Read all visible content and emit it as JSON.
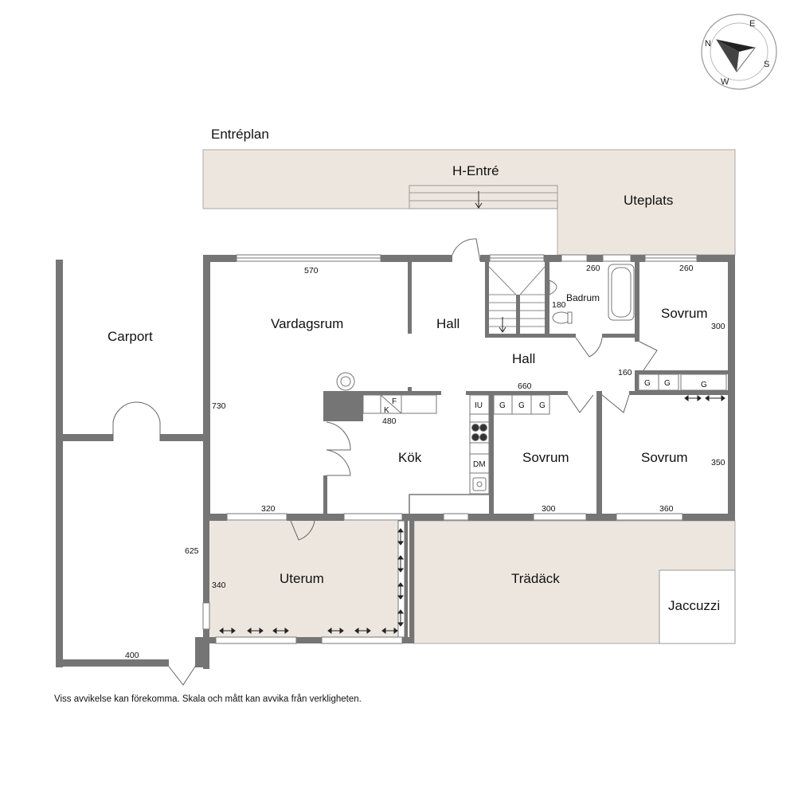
{
  "plan_title": "Entréplan",
  "rooms": {
    "h_entre": "H-Entré",
    "uteplats": "Uteplats",
    "carport": "Carport",
    "vardagsrum": "Vardagsrum",
    "hall_upper": "Hall",
    "hall_lower": "Hall",
    "badrum": "Badrum",
    "sovrum_top": "Sovrum",
    "kok": "Kök",
    "sovrum_mid": "Sovrum",
    "sovrum_right": "Sovrum",
    "uterum": "Uterum",
    "tradack": "Trädäck",
    "jaccuzzi": "Jaccuzzi"
  },
  "dimensions": {
    "d570": "570",
    "d260a": "260",
    "d260b": "260",
    "d180": "180",
    "d300a": "300",
    "d160": "160",
    "d660": "660",
    "d730": "730",
    "d480": "480",
    "d350": "350",
    "d320": "320",
    "d300b": "300",
    "d360": "360",
    "d625": "625",
    "d340": "340",
    "d400": "400"
  },
  "fixtures": {
    "f": "F",
    "k": "K",
    "iu": "IU",
    "dm": "DM",
    "g1": "G",
    "g2": "G",
    "g3": "G",
    "g4": "G",
    "g5": "G",
    "g6": "G"
  },
  "compass": {
    "n": "N",
    "e": "E",
    "s": "S",
    "w": "W"
  },
  "disclaimer": "Viss avvikelse kan förekomma. Skala och mått kan avvika från verkligheten.",
  "colors": {
    "wall": "#757575",
    "outdoor": "#ede6df",
    "paper": "#ffffff"
  }
}
